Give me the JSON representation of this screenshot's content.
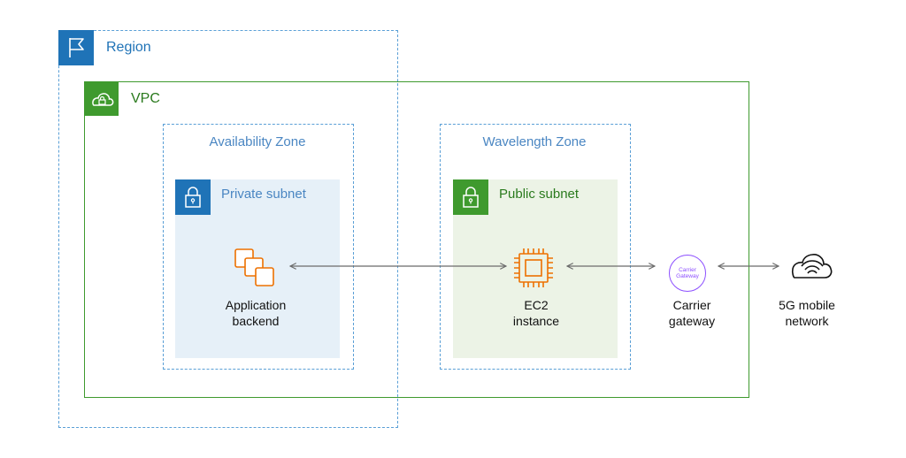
{
  "region": {
    "label": "Region",
    "icon": "flag-icon"
  },
  "vpc": {
    "label": "VPC",
    "icon": "cloud-lock-icon"
  },
  "availability_zone": {
    "label": "Availability Zone"
  },
  "wavelength_zone": {
    "label": "Wavelength Zone"
  },
  "private_subnet": {
    "label": "Private subnet",
    "icon": "padlock-icon"
  },
  "public_subnet": {
    "label": "Public subnet",
    "icon": "padlock-icon"
  },
  "nodes": {
    "app_backend": {
      "line1": "Application",
      "line2": "backend",
      "icon": "stacked-squares-icon"
    },
    "ec2": {
      "line1": "EC2",
      "line2": "instance",
      "icon": "chip-icon"
    },
    "carrier_gateway": {
      "line1": "Carrier",
      "line2": "gateway",
      "badge_line1": "Carrier",
      "badge_line2": "Gateway"
    },
    "mobile_5g": {
      "line1": "5G mobile",
      "line2": "network",
      "icon": "wifi-cloud-icon"
    }
  },
  "colors": {
    "region_blue": "#1f73b7",
    "vpc_green": "#3f9a2e",
    "compute_orange": "#ed7100",
    "gateway_purple": "#8c4fff",
    "arrow_gray": "#6b6b6b"
  }
}
